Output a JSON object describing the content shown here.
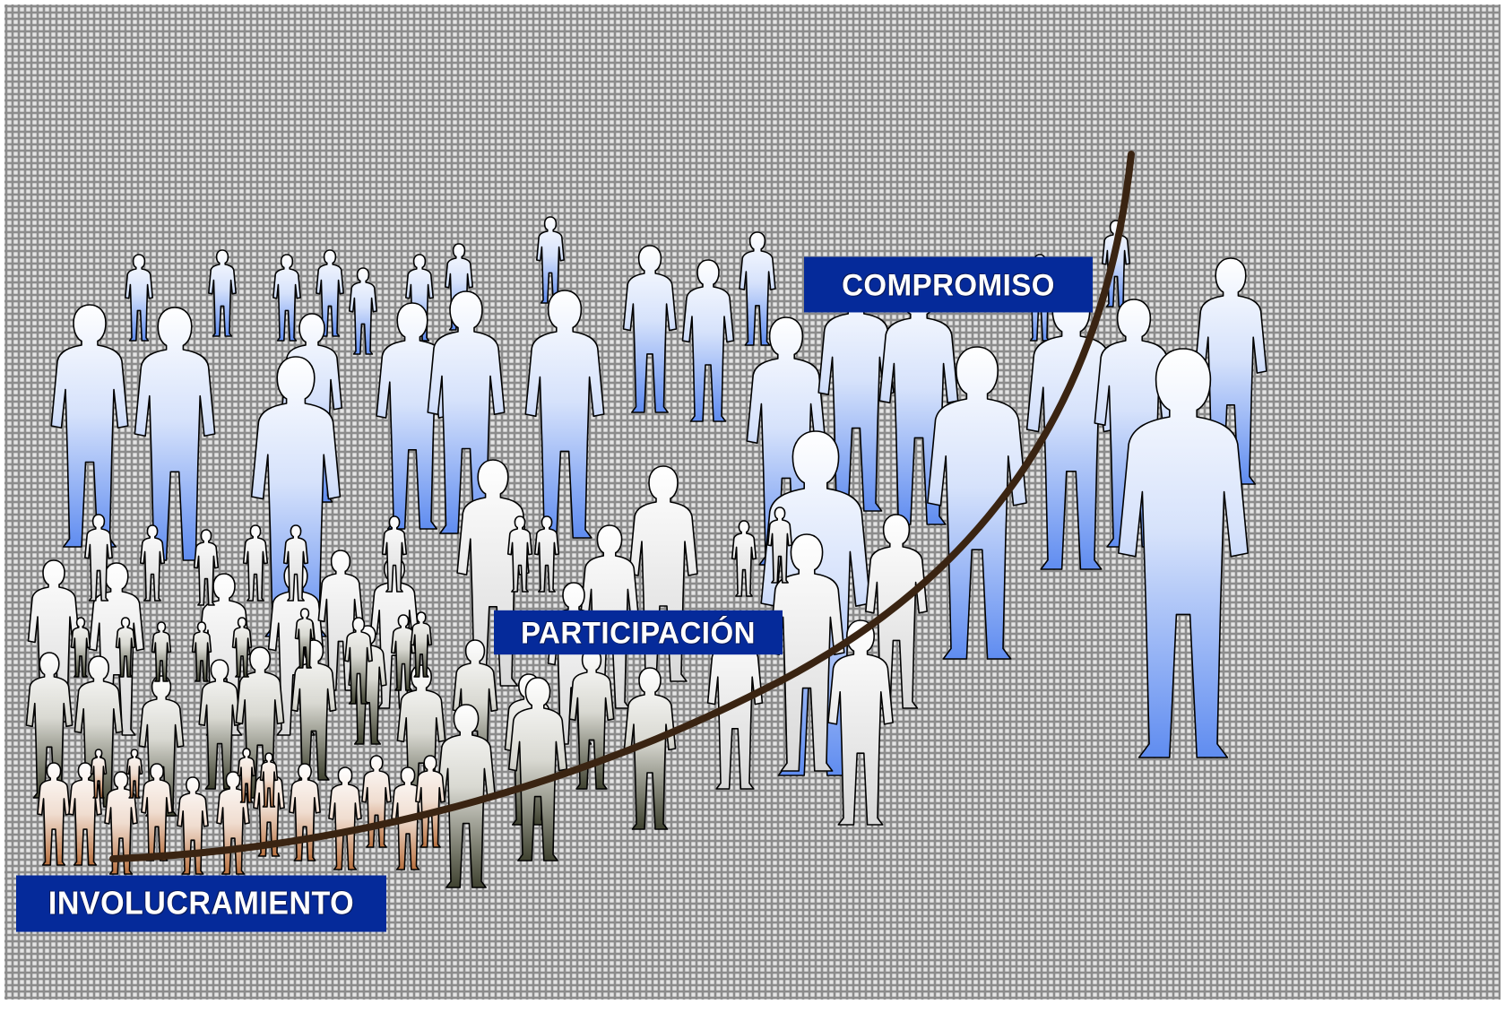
{
  "diagram": {
    "labels": {
      "involucramiento": "INVOLUCRAMIENTO",
      "participacion": "PARTICIPACIÓN",
      "compromiso": "COMPROMISO"
    },
    "colors": {
      "label_bg": "#052a9a",
      "curve": "#3a2412",
      "grid_bg": "#8c8c8c",
      "grid_line": "#e6e6e6",
      "people_blue": "#6f98f0",
      "people_grey": "#4c5038",
      "people_brown": "#c07a4a",
      "people_white": "#ffffff"
    },
    "icons": [
      "person-silhouette-icon",
      "growth-curve-arrow"
    ]
  }
}
